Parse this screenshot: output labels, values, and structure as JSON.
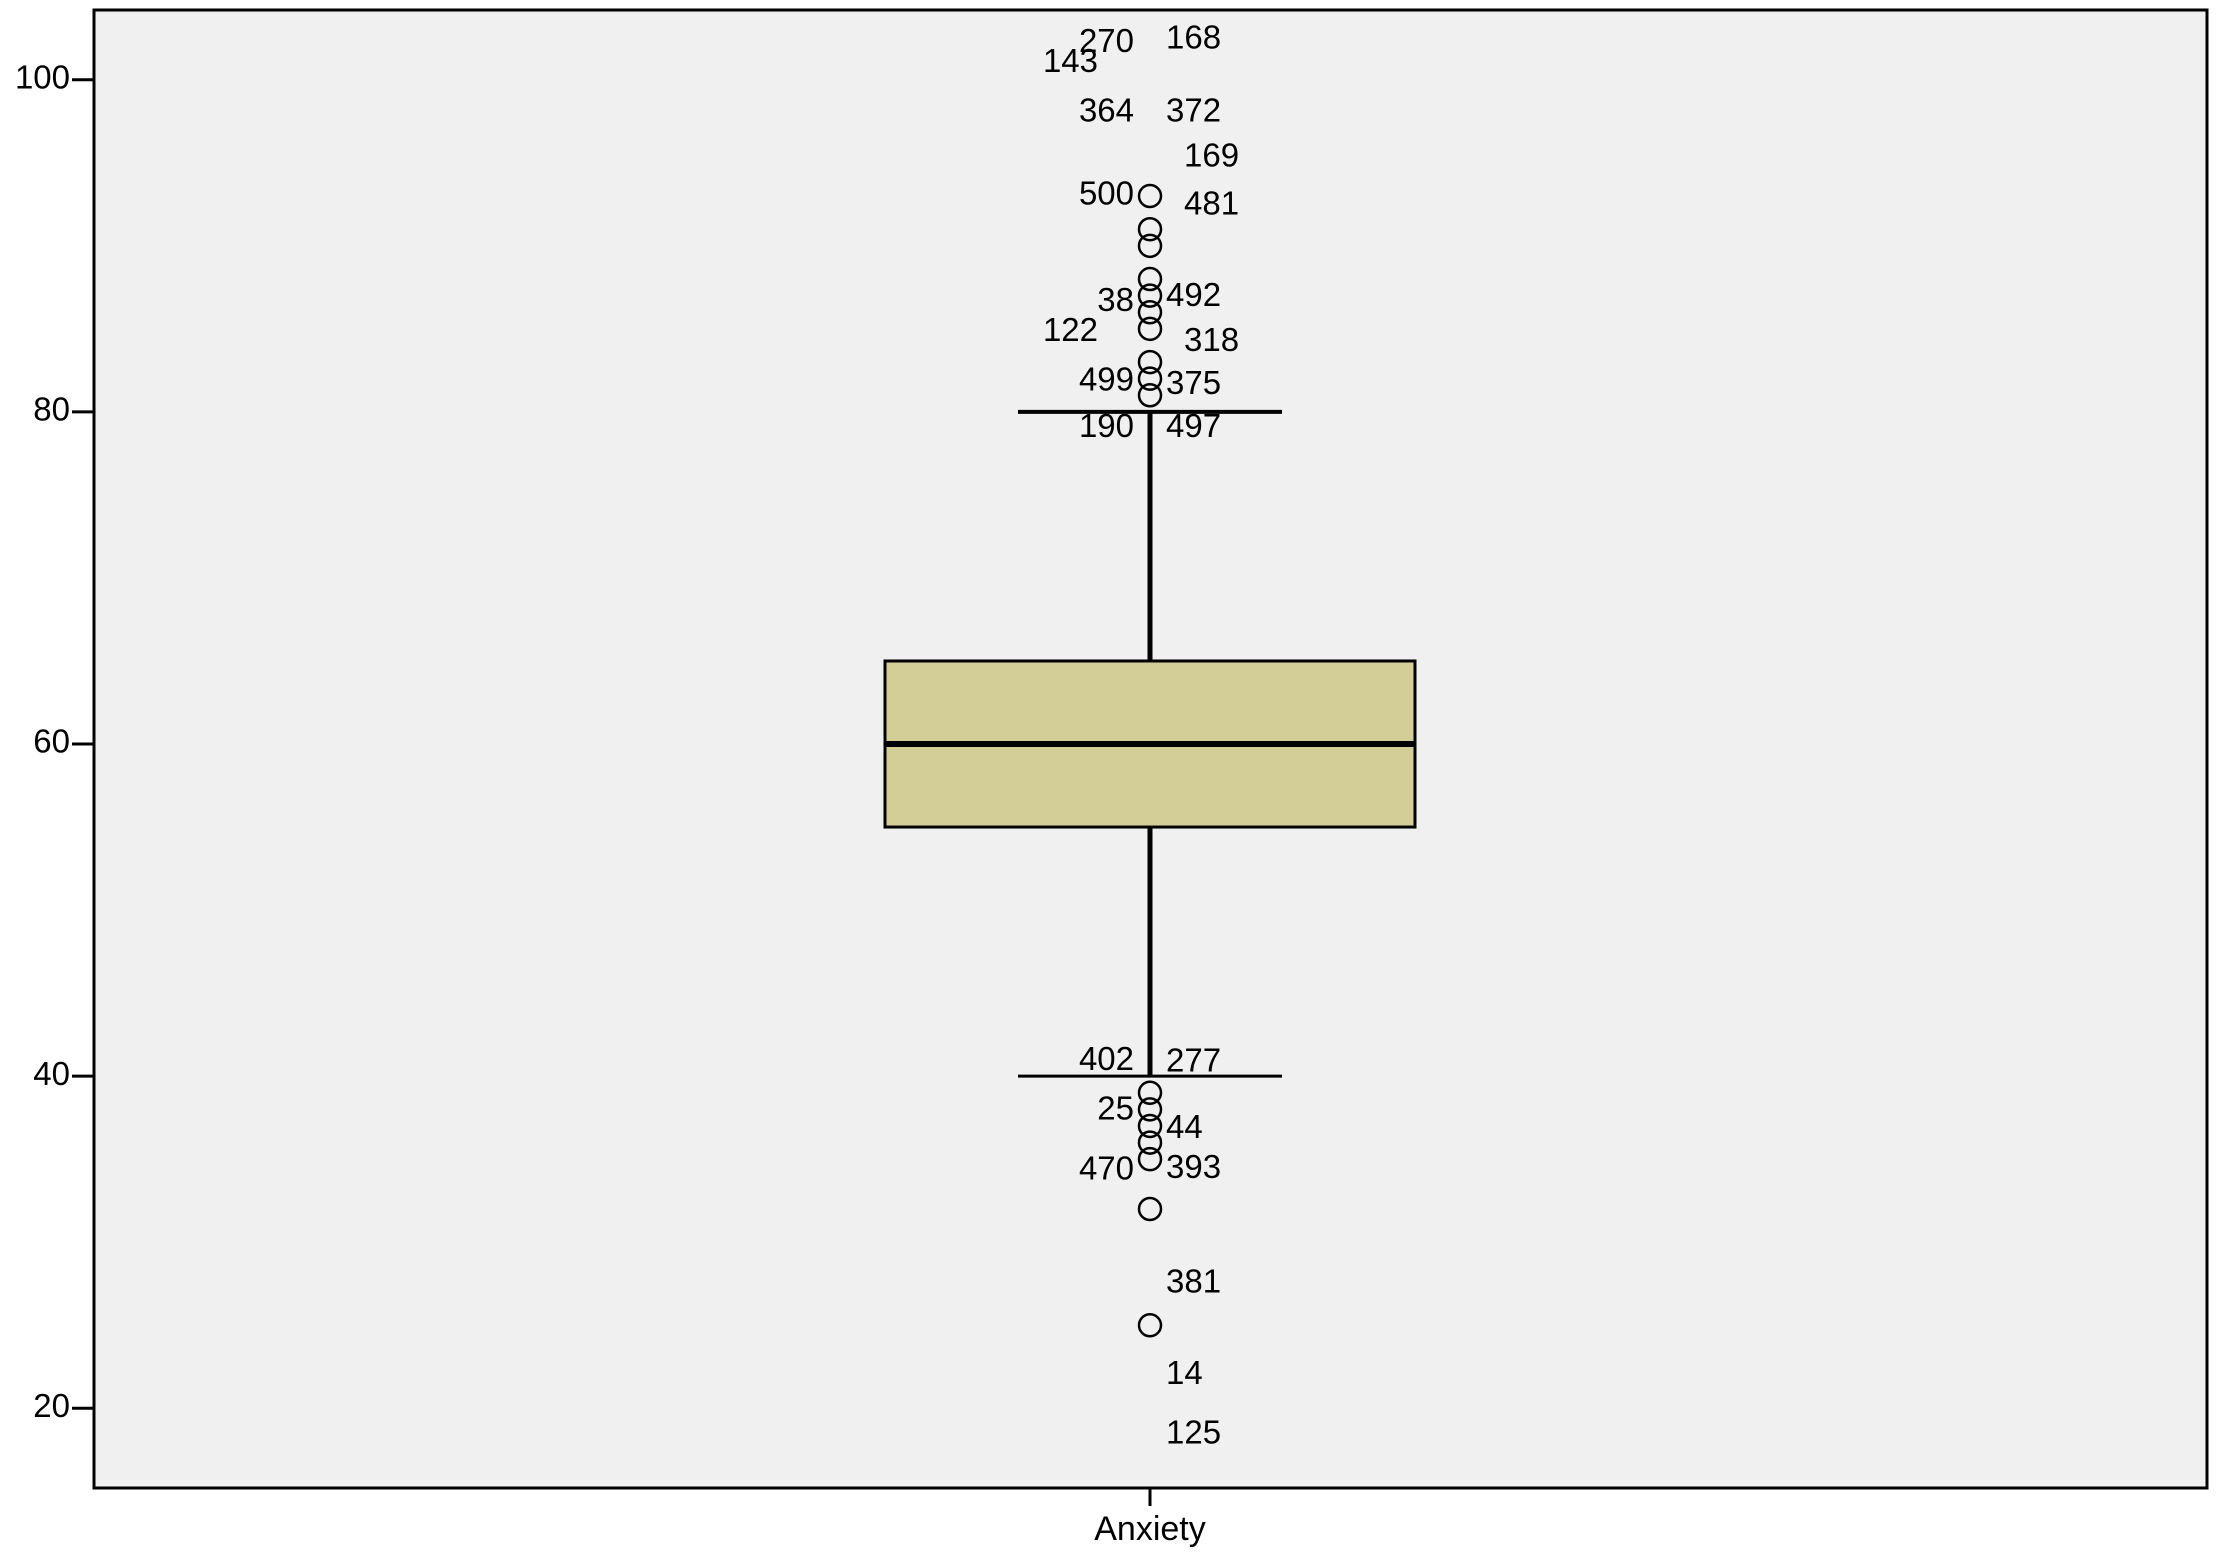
{
  "chart_data": {
    "type": "boxplot",
    "title": "",
    "xlabel": "",
    "ylabel": "",
    "categories": [
      "Anxiety"
    ],
    "ylim": [
      15.2,
      104.2
    ],
    "yticks": [
      20,
      40,
      60,
      80,
      100
    ],
    "ytick_labels": [
      "20",
      "40",
      "60",
      "80",
      "100"
    ],
    "grid": false,
    "legend": "none",
    "box": {
      "q1": 55,
      "median": 60,
      "q3": 65,
      "whisker_low": 40,
      "whisker_high": 80
    },
    "outliers": [
      {
        "value": 93,
        "symbol": "circle"
      },
      {
        "value": 91,
        "symbol": "circle"
      },
      {
        "value": 90,
        "symbol": "circle"
      },
      {
        "value": 88,
        "symbol": "circle"
      },
      {
        "value": 87,
        "symbol": "circle"
      },
      {
        "value": 86,
        "symbol": "circle"
      },
      {
        "value": 85,
        "symbol": "circle"
      },
      {
        "value": 83,
        "symbol": "circle"
      },
      {
        "value": 82,
        "symbol": "circle"
      },
      {
        "value": 81,
        "symbol": "circle"
      },
      {
        "value": 39,
        "symbol": "circle"
      },
      {
        "value": 38,
        "symbol": "circle"
      },
      {
        "value": 37,
        "symbol": "circle"
      },
      {
        "value": 36,
        "symbol": "circle"
      },
      {
        "value": 35,
        "symbol": "circle"
      },
      {
        "value": 32,
        "symbol": "circle"
      },
      {
        "value": 25,
        "symbol": "circle"
      }
    ],
    "case_labels": [
      {
        "text": "143",
        "value": 101,
        "side": "left",
        "offset": 3
      },
      {
        "text": "270",
        "value": 102.2,
        "side": "left",
        "offset": 1
      },
      {
        "text": "168",
        "value": 102.4,
        "side": "right",
        "offset": 1
      },
      {
        "text": "364",
        "value": 98,
        "side": "left",
        "offset": 1
      },
      {
        "text": "372",
        "value": 98,
        "side": "right",
        "offset": 1
      },
      {
        "text": "169",
        "value": 95.3,
        "side": "right",
        "offset": 2
      },
      {
        "text": "500",
        "value": 93,
        "side": "left",
        "offset": 1
      },
      {
        "text": "481",
        "value": 92.4,
        "side": "right",
        "offset": 2
      },
      {
        "text": "38",
        "value": 86.6,
        "side": "left",
        "offset": 1
      },
      {
        "text": "492",
        "value": 86.9,
        "side": "right",
        "offset": 1
      },
      {
        "text": "122",
        "value": 84.8,
        "side": "left",
        "offset": 3
      },
      {
        "text": "318",
        "value": 84.2,
        "side": "right",
        "offset": 2
      },
      {
        "text": "499",
        "value": 81.8,
        "side": "left",
        "offset": 1
      },
      {
        "text": "375",
        "value": 81.6,
        "side": "right",
        "offset": 1
      },
      {
        "text": "190",
        "value": 79,
        "side": "left",
        "offset": 1
      },
      {
        "text": "497",
        "value": 79,
        "side": "right",
        "offset": 1
      },
      {
        "text": "402",
        "value": 40.9,
        "side": "left",
        "offset": 1
      },
      {
        "text": "277",
        "value": 40.8,
        "side": "right",
        "offset": 1
      },
      {
        "text": "25",
        "value": 37.9,
        "side": "left",
        "offset": 1
      },
      {
        "text": "44",
        "value": 36.8,
        "side": "right",
        "offset": 1
      },
      {
        "text": "470",
        "value": 34.3,
        "side": "left",
        "offset": 1
      },
      {
        "text": "393",
        "value": 34.4,
        "side": "right",
        "offset": 1
      },
      {
        "text": "381",
        "value": 27.5,
        "side": "right",
        "offset": 1
      },
      {
        "text": "14",
        "value": 22,
        "side": "right",
        "offset": 1
      },
      {
        "text": "125",
        "value": 18.4,
        "side": "right",
        "offset": 1
      }
    ],
    "colors": {
      "plot_background": "#f0f0f0",
      "box_fill": "#d3ce98",
      "line": "#000000"
    }
  }
}
